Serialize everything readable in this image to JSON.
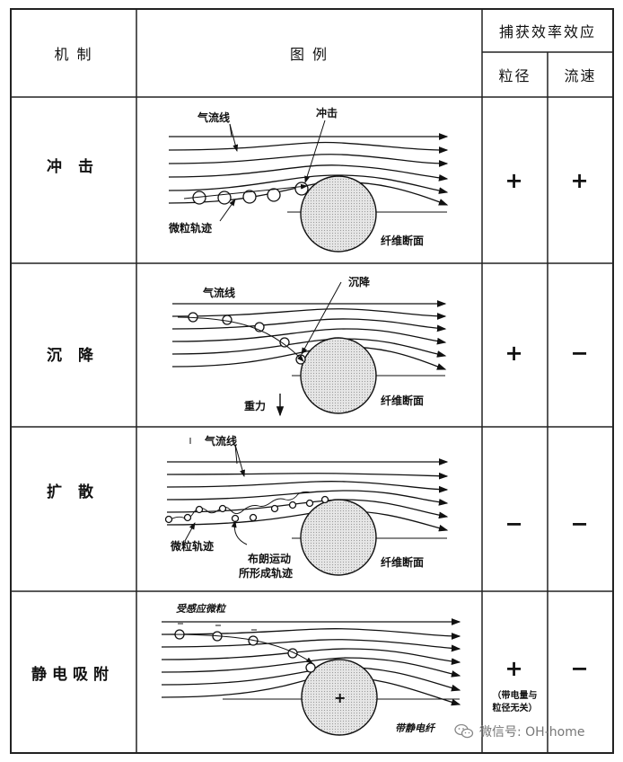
{
  "header": {
    "col_mechanism": "机 制",
    "col_legend": "图 例",
    "col_effect": "捕获效率效应",
    "col_size": "粒径",
    "col_velocity": "流速"
  },
  "rows": [
    {
      "mechanism": "冲 击",
      "size_effect": "+",
      "velocity_effect": "+",
      "labels": {
        "streamline": "气流线",
        "event": "冲击",
        "particle_path": "微粒轨迹",
        "fiber": "纤维断面"
      }
    },
    {
      "mechanism": "沉 降",
      "size_effect": "+",
      "velocity_effect": "−",
      "labels": {
        "streamline": "气流线",
        "event": "沉降",
        "gravity": "重力",
        "fiber": "纤维断面"
      }
    },
    {
      "mechanism": "扩 散",
      "size_effect": "−",
      "velocity_effect": "−",
      "labels": {
        "streamline": "气流线",
        "particle_path": "微粒轨迹",
        "brownian_1": "布朗运动",
        "brownian_2": "所形成轨迹",
        "fiber": "纤维断面"
      }
    },
    {
      "mechanism": "静电吸附",
      "size_effect": "+",
      "velocity_effect": "−",
      "size_note_1": "（带电量与",
      "size_note_2": "粒径无关）",
      "labels": {
        "induced": "受感应微粒",
        "fiber": "带静电纤",
        "fiber_charge": "+"
      }
    }
  ],
  "watermark": {
    "icon": "wechat-icon",
    "text": "微信号: OH-home"
  }
}
